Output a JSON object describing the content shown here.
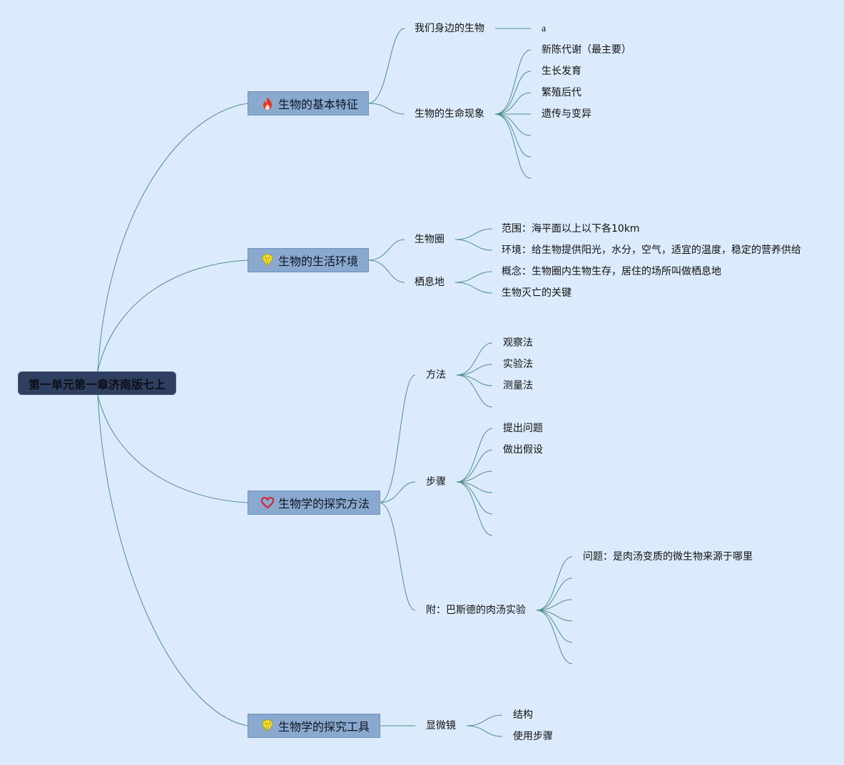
{
  "root": {
    "label": "第一单元第一章济南版七上"
  },
  "branches": [
    {
      "label": "生物的基本特征",
      "icon": "fire-icon",
      "children": [
        {
          "label": "我们身边的生物",
          "children": [
            "a"
          ]
        },
        {
          "label": "生物的生命现象",
          "children": [
            "新陈代谢（最主要）",
            "生长发育",
            "繁殖后代",
            "遗传与变异",
            "",
            "",
            ""
          ]
        }
      ]
    },
    {
      "label": "生物的生活环境",
      "icon": "diamond-icon",
      "children": [
        {
          "label": "生物圈",
          "children": [
            "范围：海平面以上以下各10km",
            "环境：给生物提供阳光，水分，空气，适宜的温度，稳定的营养供给"
          ]
        },
        {
          "label": "栖息地",
          "children": [
            "概念：生物圈内生物生存，居住的场所叫做栖息地",
            "生物灭亡的关键"
          ]
        }
      ]
    },
    {
      "label": "生物学的探究方法",
      "icon": "heart-icon",
      "children": [
        {
          "label": "方法",
          "children": [
            "观察法",
            "实验法",
            "测量法",
            ""
          ]
        },
        {
          "label": "步骤",
          "children": [
            "提出问题",
            "做出假设",
            "",
            "",
            "",
            ""
          ]
        },
        {
          "label": "附：巴斯德的肉汤实验",
          "children": [
            "问题：是肉汤变质的微生物来源于哪里",
            "",
            "",
            "",
            "",
            ""
          ]
        }
      ]
    },
    {
      "label": "生物学的探究工具",
      "icon": "diamond-icon",
      "children": [
        {
          "label": "显微镜",
          "children": [
            "结构",
            "使用步骤"
          ]
        }
      ]
    }
  ],
  "colors": {
    "line": "#4e8f8a",
    "root": "#2f3f5f",
    "branch": "#8aa9cf",
    "background": "#dcebfb"
  }
}
